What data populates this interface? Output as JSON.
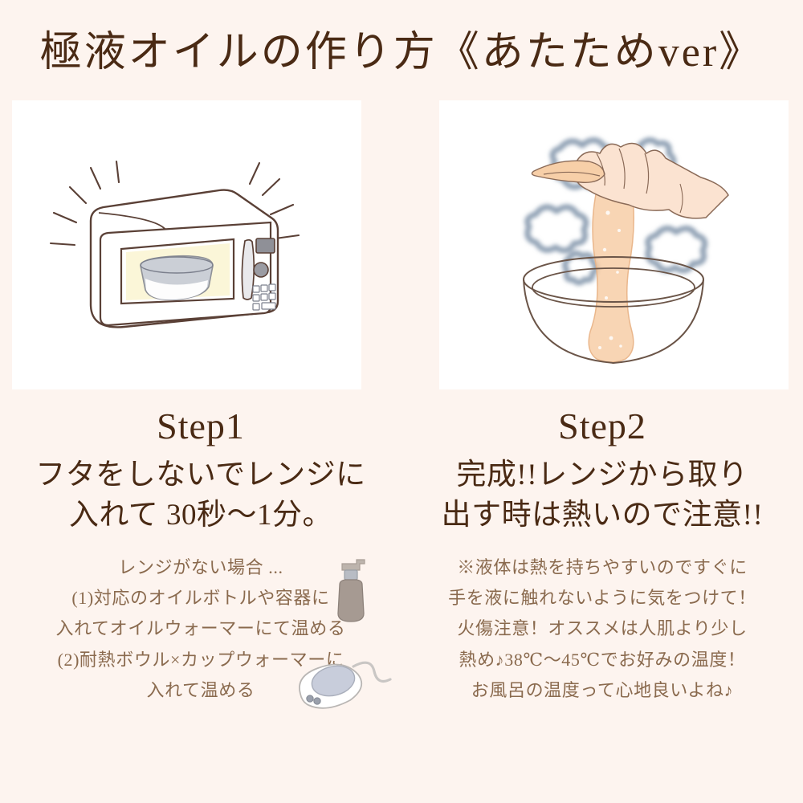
{
  "page": {
    "background_color": "#fdf4ef",
    "panel_color": "#ffffff",
    "heading_color": "#4a2a14",
    "fine_text_color": "#8a6a4e"
  },
  "title": "極液オイルの作り方《あたためver》",
  "steps": [
    {
      "label": "Step1",
      "illustration": "microwave-with-bowl-illustration",
      "body_lines": [
        "フタをしないでレンジに",
        "入れて 30秒〜1分。"
      ],
      "fine_lines": [
        "レンジがない場合 ...",
        "(1)対応のオイルボトルや容器に",
        "入れてオイルウォーマーにて温める",
        "(2)耐熱ボウル×カップウォーマーに",
        "入れて温める"
      ],
      "icons": [
        "pump-bottle-icon",
        "cup-warmer-icon"
      ]
    },
    {
      "label": "Step2",
      "illustration": "hand-lifting-liquid-from-bowl-illustration",
      "body_lines": [
        "完成!!レンジから取り",
        "出す時は熱いので注意!!"
      ],
      "fine_lines": [
        "※液体は熱を持ちやすいのですぐに",
        "手を液に触れないように気をつけて！",
        "火傷注意！オススメは人肌より少し",
        "熱め♪38℃〜45℃でお好みの温度！",
        "お風呂の温度って心地良いよね♪"
      ],
      "icons": []
    }
  ]
}
